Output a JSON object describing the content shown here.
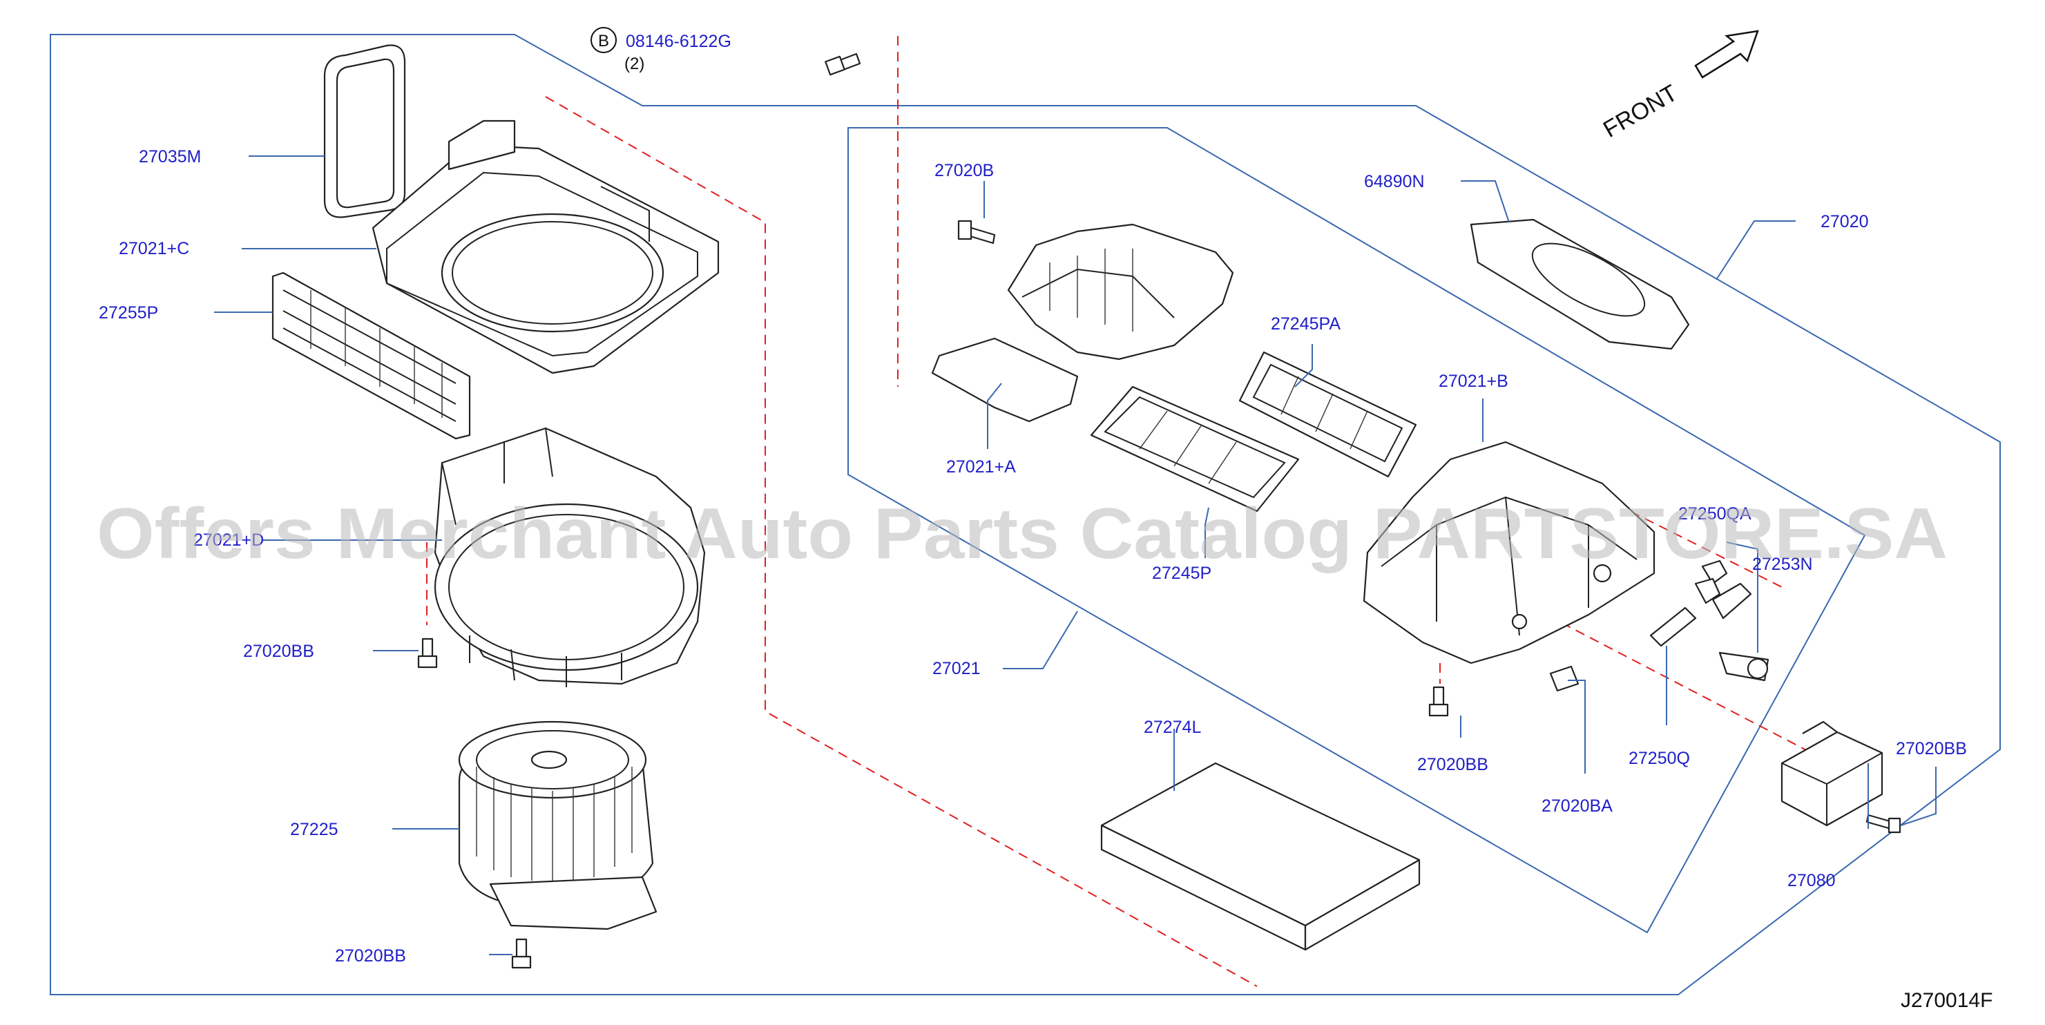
{
  "diagram_code": "J270014F",
  "watermark": "Offers Merchant Auto Parts Catalog PARTSTORE.SA",
  "direction_label": "FRONT",
  "bolt_callout": {
    "badge": "B",
    "part_no": "08146-6122G",
    "qty": "(2)"
  },
  "parts": {
    "p27035M": "27035M",
    "p27021C": "27021+C",
    "p27255P": "27255P",
    "p27021D": "27021+D",
    "p27020BB_a": "27020BB",
    "p27225": "27225",
    "p27020BB_b": "27020BB",
    "p27020B": "27020B",
    "p27021A": "27021+A",
    "p27021": "27021",
    "p27245P": "27245P",
    "p27245PA": "27245PA",
    "p64890N": "64890N",
    "p27020": "27020",
    "p27021B": "27021+B",
    "p27250QA": "27250QA",
    "p27253N": "27253N",
    "p27020BB_c": "27020BB",
    "p27250Q": "27250Q",
    "p27020BA": "27020BA",
    "p27274L": "27274L",
    "p27020BB_d": "27020BB",
    "p27080": "27080"
  },
  "colors": {
    "label": "#1f1fc8",
    "frame": "#3a68b0",
    "dashed": "#e02020",
    "watermark": "#b9b9b9"
  }
}
